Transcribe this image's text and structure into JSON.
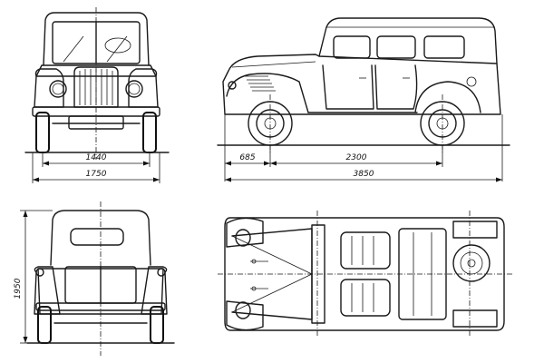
{
  "dimensions": {
    "front_track": "1440",
    "overall_width": "1750",
    "front_overhang": "685",
    "wheelbase": "2300",
    "overall_length": "3850",
    "overall_height": "1950"
  }
}
